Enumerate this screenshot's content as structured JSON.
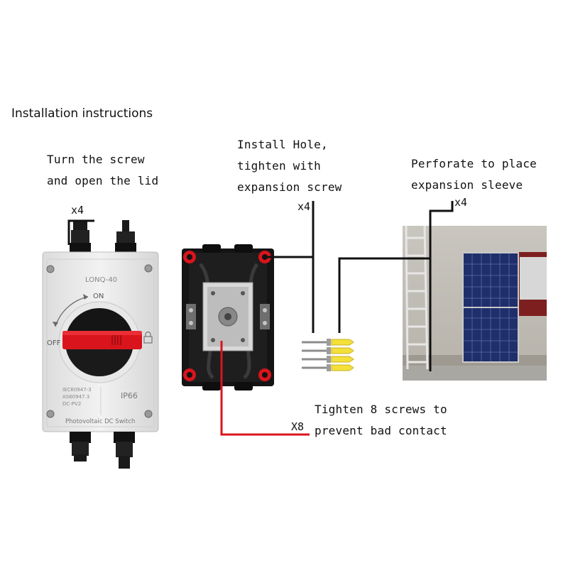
{
  "title": "Installation instructions",
  "steps": {
    "turn_screw": {
      "line1": "Turn the screw",
      "line2": "and open the lid",
      "multiplier": "x4"
    },
    "install_hole": {
      "line1": "Install Hole,",
      "line2": "tighten with",
      "line3": "expansion screw",
      "multiplier": "x4"
    },
    "perforate": {
      "line1": "Perforate to place",
      "line2": "expansion sleeve",
      "multiplier": "x4"
    },
    "tighten": {
      "line1": "Tighten 8 screws to",
      "line2": "prevent bad contact",
      "multiplier": "X8"
    }
  },
  "switch": {
    "model": "LONQ-40",
    "on_label": "ON",
    "off_label": "OFF",
    "standards": [
      "IEC60947-3",
      "AS60947.3",
      "DC-PV2"
    ],
    "rating": "IP66",
    "caption": "Photovoltaic DC Switch"
  },
  "colors": {
    "accent_red": "#d9141c",
    "line_black": "#111111",
    "anchor_yellow": "#f3e03a"
  }
}
